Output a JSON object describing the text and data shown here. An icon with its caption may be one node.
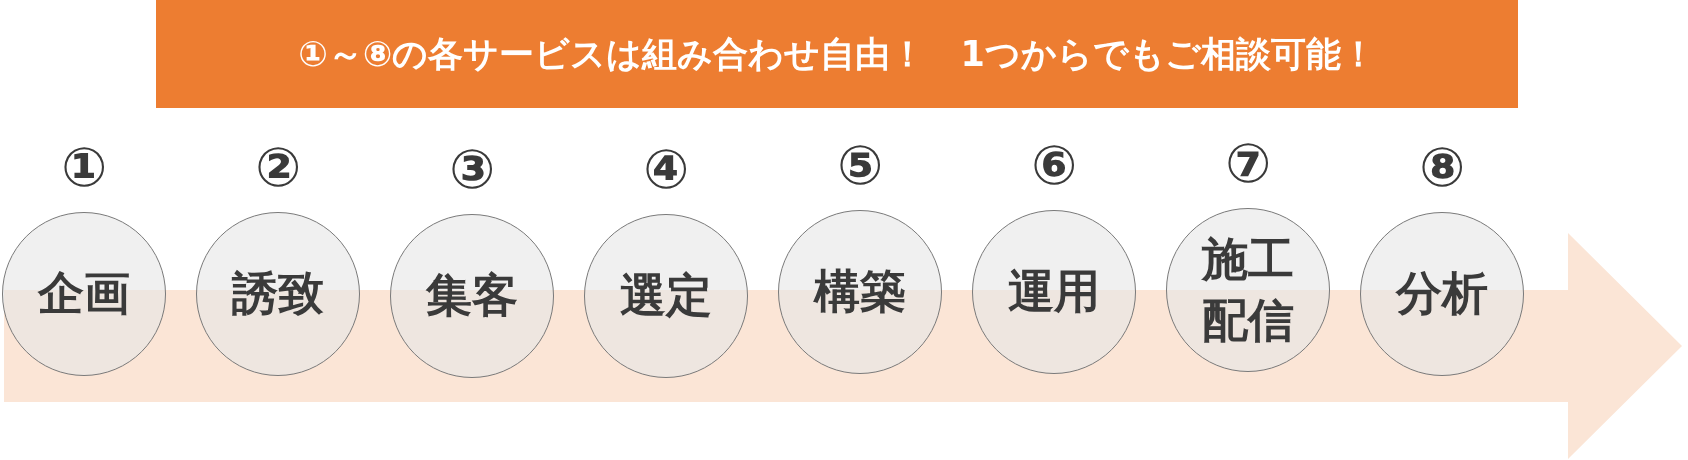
{
  "diagram": {
    "nodes": [
      {
        "text": [
          "①～⑧の各サービスは組み合わせ自由！　1つからでもご相談可能！"
        ]
      },
      {
        "text": [
          "①",
          "企画"
        ]
      },
      {
        "text": [
          "②",
          "誘致"
        ]
      },
      {
        "text": [
          "③",
          "集客"
        ]
      },
      {
        "text": [
          "④",
          "選定"
        ]
      },
      {
        "text": [
          "⑤",
          "構築"
        ]
      },
      {
        "text": [
          "⑥",
          "運用"
        ]
      },
      {
        "text": [
          "⑦",
          "施工配信"
        ]
      },
      {
        "text": [
          "⑧",
          "分析"
        ]
      }
    ]
  }
}
